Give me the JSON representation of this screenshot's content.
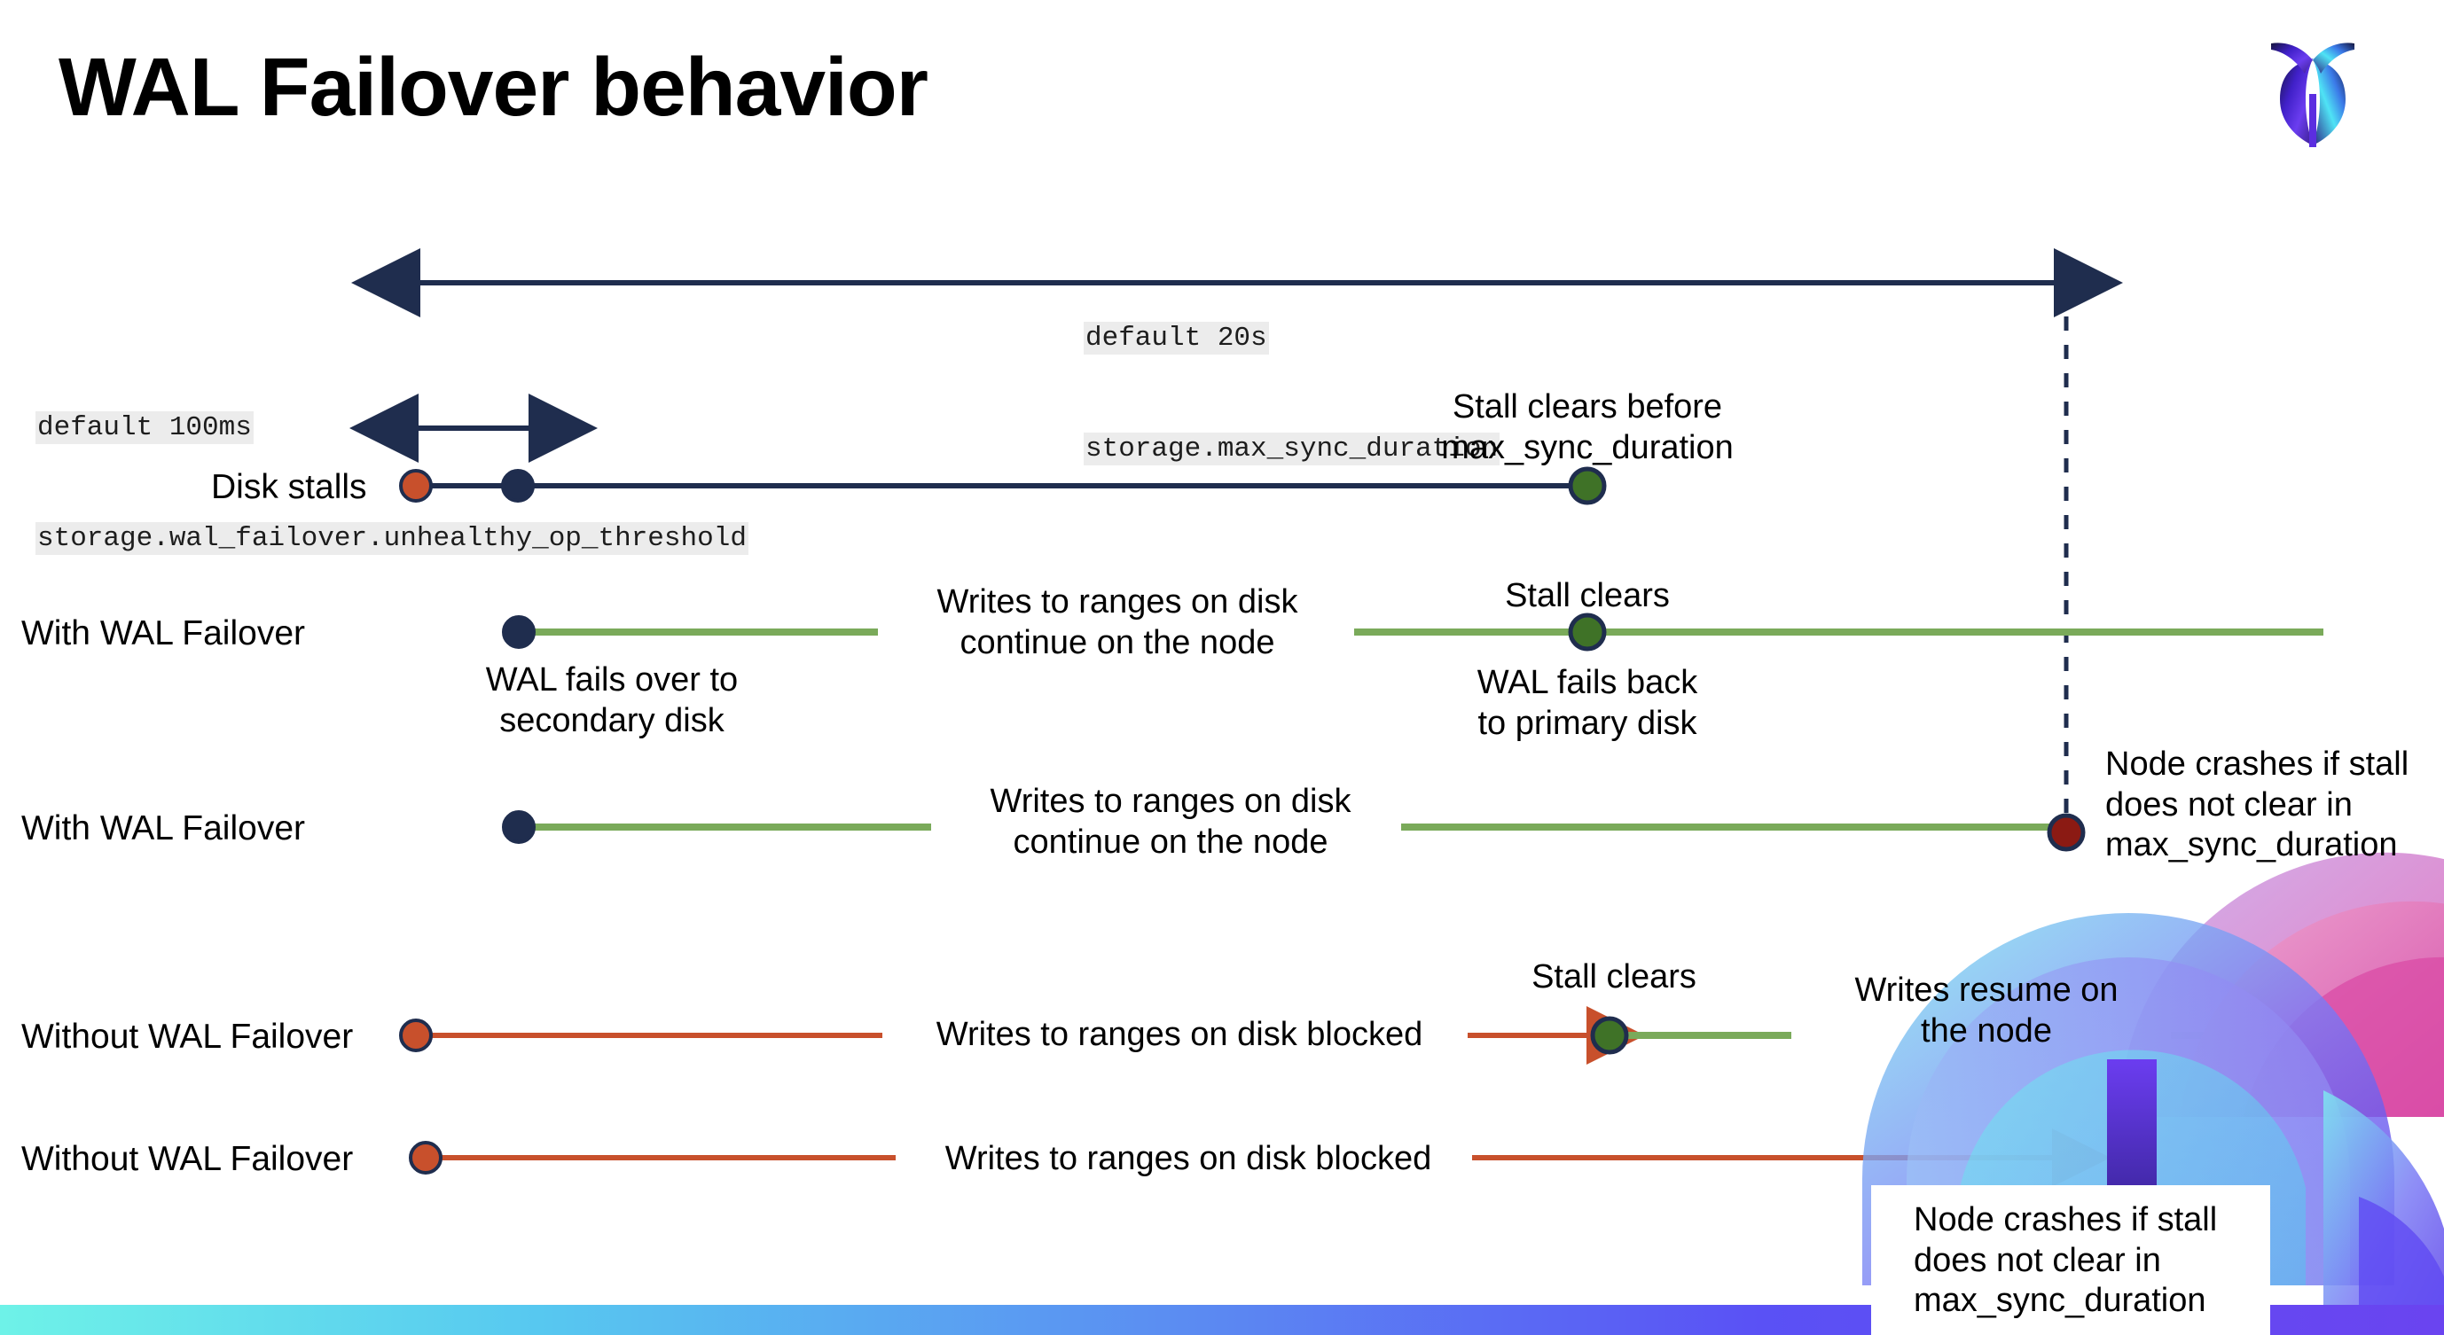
{
  "slide": {
    "title": "WAL Failover behavior",
    "logo_name": "cockroachdb-logo"
  },
  "annotations": {
    "max_sync": {
      "line1": "default 20s",
      "line2": "storage.max_sync_duration"
    },
    "unhealthy": {
      "line1": "default 100ms",
      "line2": "storage.wal_failover.unhealthy_op_threshold"
    }
  },
  "rows": [
    {
      "id": "disk-stalls",
      "label": "Disk stalls",
      "note_top": "Stall clears before\nmax_sync_duration"
    },
    {
      "id": "with-wal-failover-1",
      "label": "With WAL Failover",
      "note_mid": "Writes to ranges on disk\ncontinue on the node",
      "note_top": "Stall clears",
      "note_below_start": "WAL fails over to\nsecondary disk",
      "note_below_mid": "WAL fails  back\nto primary disk"
    },
    {
      "id": "with-wal-failover-2",
      "label": "With WAL Failover",
      "note_mid": "Writes to ranges on disk\ncontinue on the node",
      "note_right": "Node crashes if stall\ndoes not clear in\nmax_sync_duration"
    },
    {
      "id": "without-wal-failover-1",
      "label": "Without WAL Failover",
      "note_mid": "Writes to ranges on disk  blocked",
      "note_top": "Stall clears",
      "note_right": "Writes resume on\nthe node"
    },
    {
      "id": "without-wal-failover-2",
      "label": "Without WAL Failover",
      "note_mid": "Writes to ranges on disk  blocked",
      "note_callout": "Node crashes if stall\ndoes not clear in\nmax_sync_duration"
    }
  ],
  "colors": {
    "navy": "#1f2d4e",
    "green_line": "#7aaa5a",
    "green_dot": "#3f7227",
    "orange": "#c8502c",
    "dark_red": "#8b1a13",
    "code_bg": "#ececec",
    "text": "#000000"
  }
}
